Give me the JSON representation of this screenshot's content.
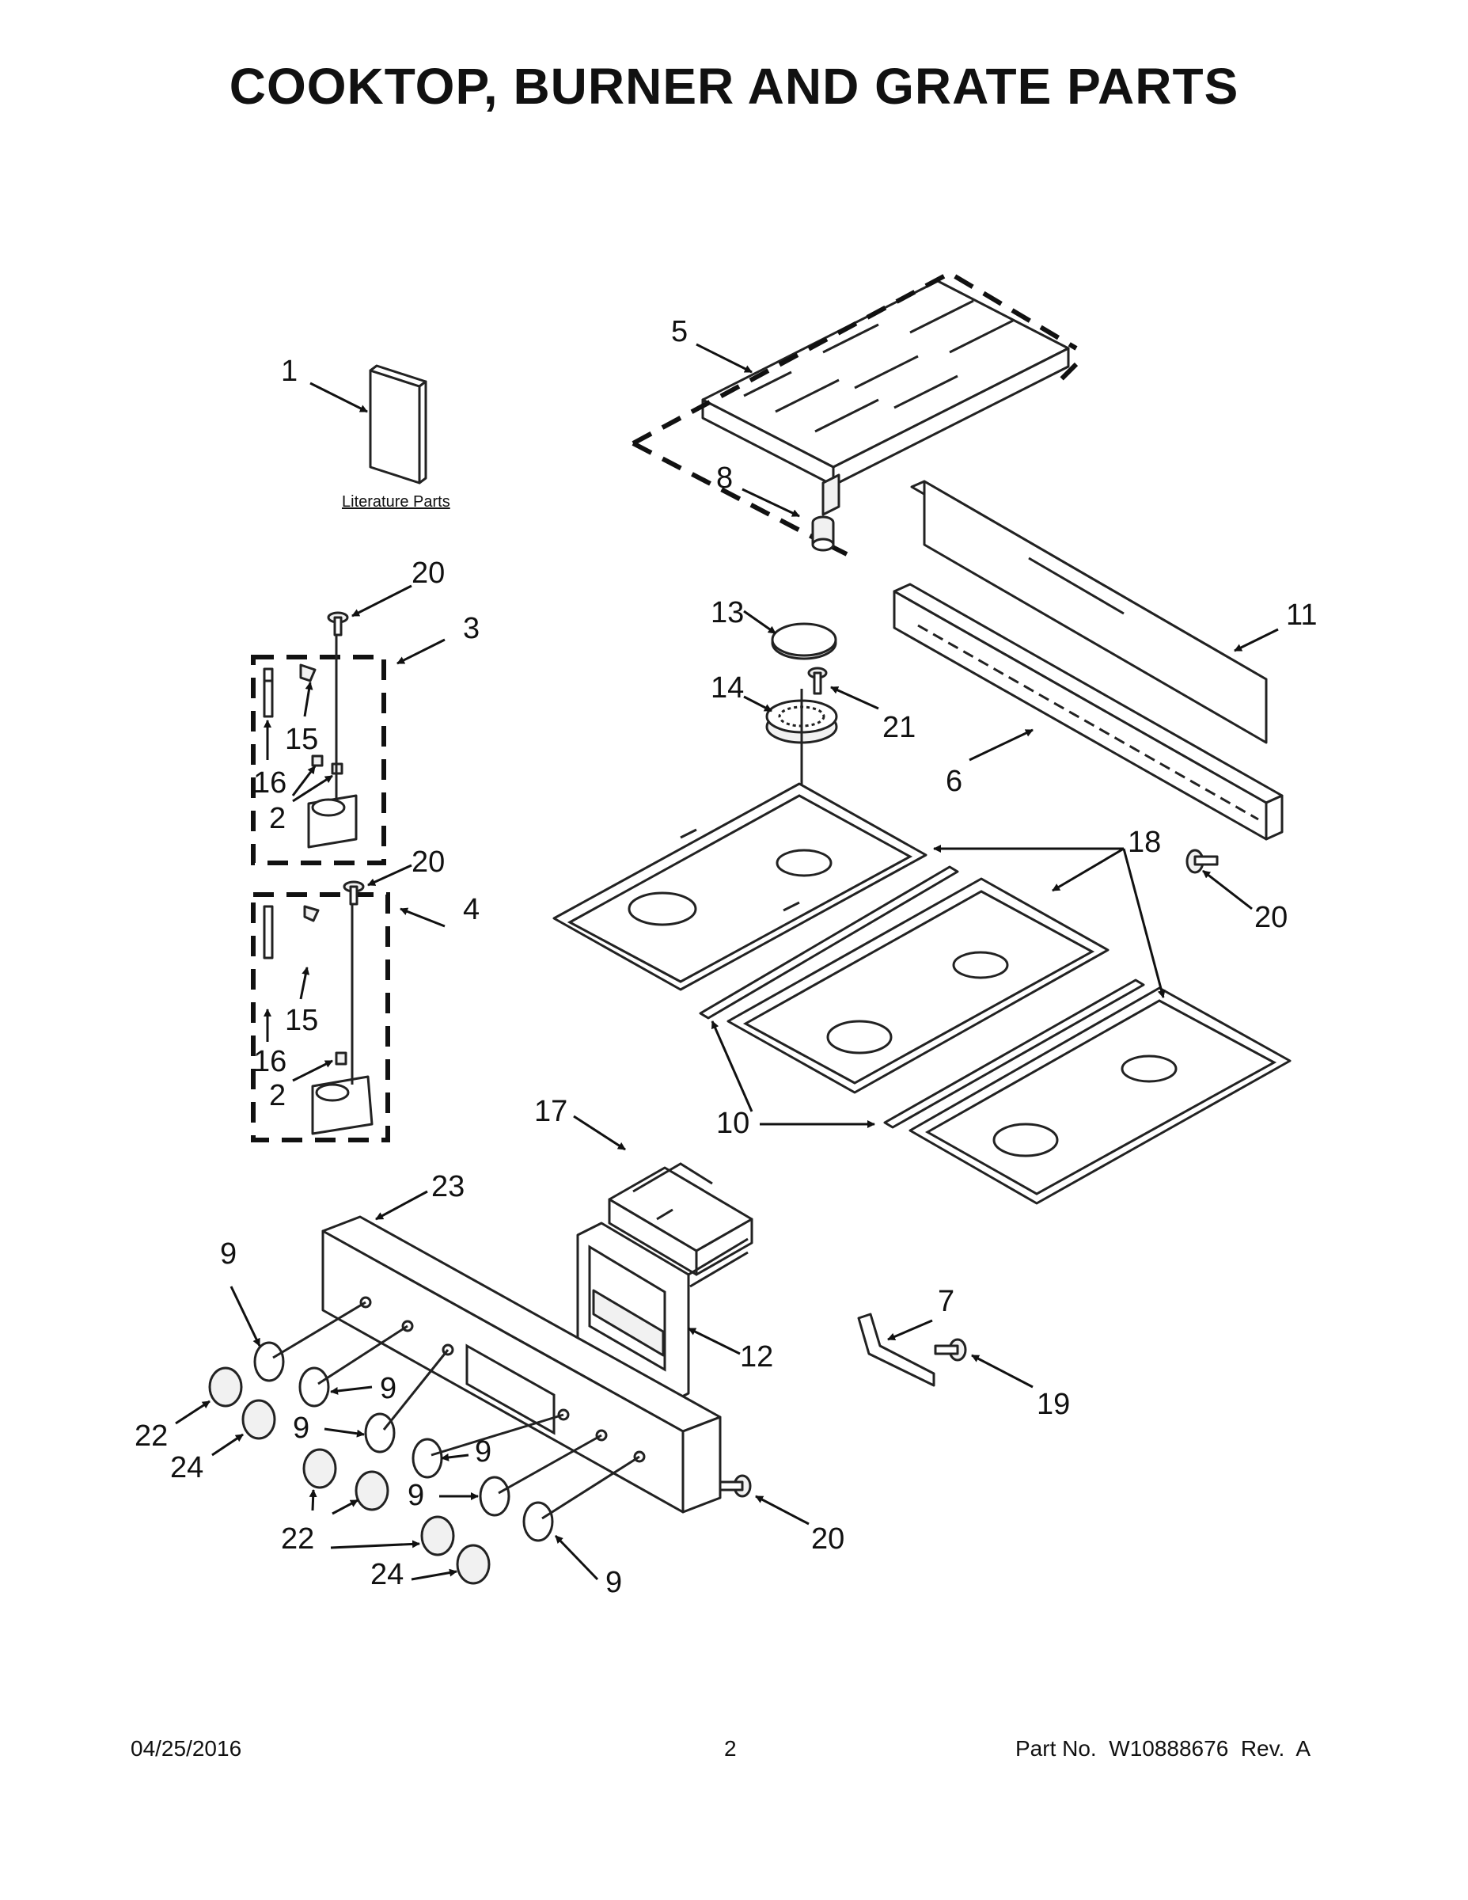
{
  "title": "COOKTOP, BURNER AND GRATE PARTS",
  "literature_label": "Literature Parts",
  "callouts": {
    "c1": "1",
    "c5": "5",
    "c8": "8",
    "c20a": "20",
    "c3": "3",
    "c15a": "15",
    "c16a": "16",
    "c2a": "2",
    "c13": "13",
    "c14": "14",
    "c21": "21",
    "c11": "11",
    "c6": "6",
    "c18": "18",
    "c20b": "20",
    "c20c": "20",
    "c4": "4",
    "c15b": "15",
    "c16b": "16",
    "c2b": "2",
    "c17": "17",
    "c10": "10",
    "c23": "23",
    "c9a": "9",
    "c12": "12",
    "c7": "7",
    "c19": "19",
    "c9b": "9",
    "c22a": "22",
    "c24a": "24",
    "c9c": "9",
    "c9d": "9",
    "c9e": "9",
    "c22b": "22",
    "c24b": "24",
    "c20d": "20",
    "c9f": "9"
  },
  "footer": {
    "date": "04/25/2016",
    "page": "2",
    "part_no": "Part No.  W10888676  Rev.  A"
  }
}
